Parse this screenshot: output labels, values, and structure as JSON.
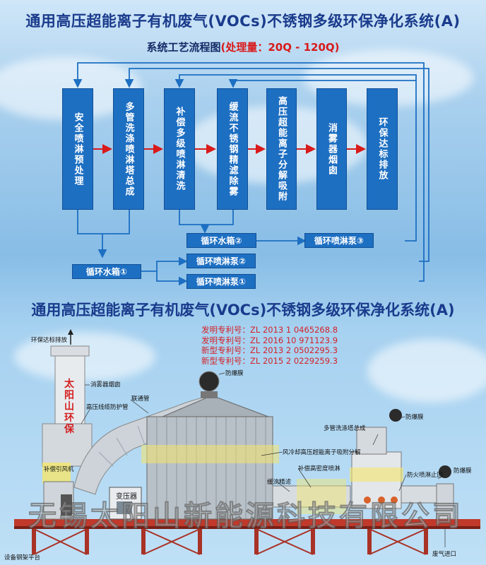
{
  "header": {
    "title": "通用高压超能离子有机废气(VOCs)不锈钢多级环保净化系统(A)",
    "subtitle_prefix": "系统工艺流程图",
    "subtitle_highlight": "(处理量：20Q - 120Q)"
  },
  "flow": {
    "stages": [
      "安全喷淋预处理",
      "多管洗涤喷淋塔总成",
      "补偿多级喷淋清洗",
      "缓流不锈钢精滤除雾",
      "高压超能离子分解吸附",
      "消雾器烟囱",
      "环保达标排放"
    ],
    "tanks": {
      "tank1": "循环水箱①",
      "tank2": "循环水箱②",
      "pump1": "循环喷淋泵①",
      "pump2": "循环喷淋泵②",
      "pump3": "循环喷淋泵③"
    }
  },
  "section2": {
    "title": "通用高压超能离子有机废气(VOCs)不锈钢多级环保净化系统(A)",
    "patents": [
      "发明专利号：ZL 2013 1 0465268.8",
      "发明专利号：ZL 2016 10 971123.9",
      "新型专利号：ZL 2013 2 0502295.3",
      "新型专利号：ZL 2015 2 0229259.3"
    ],
    "stack_text": "太阳山环保",
    "labels": {
      "exhaust": "环保达标排放",
      "mist_chimney": "消雾器烟囱",
      "hv_pipe": "高压线缆防护管",
      "link_pipe": "联通管",
      "explosion1": "防爆膜",
      "explosion2": "防爆膜",
      "explosion3": "防爆膜",
      "fan": "补偿引风机",
      "transformer": "变压器",
      "air_cooled": "风冷却高压超能离子吸附分解",
      "compensate": "补偿高密度喷淋",
      "slow_filter": "缓流精滤",
      "multi_tube": "多管洗涤塔总成",
      "fire_valve": "防火喷淋止回",
      "inlet": "废气进口",
      "platform": "设备钢架平台"
    },
    "company": "无锡太阳山新能源科技有限公司"
  }
}
